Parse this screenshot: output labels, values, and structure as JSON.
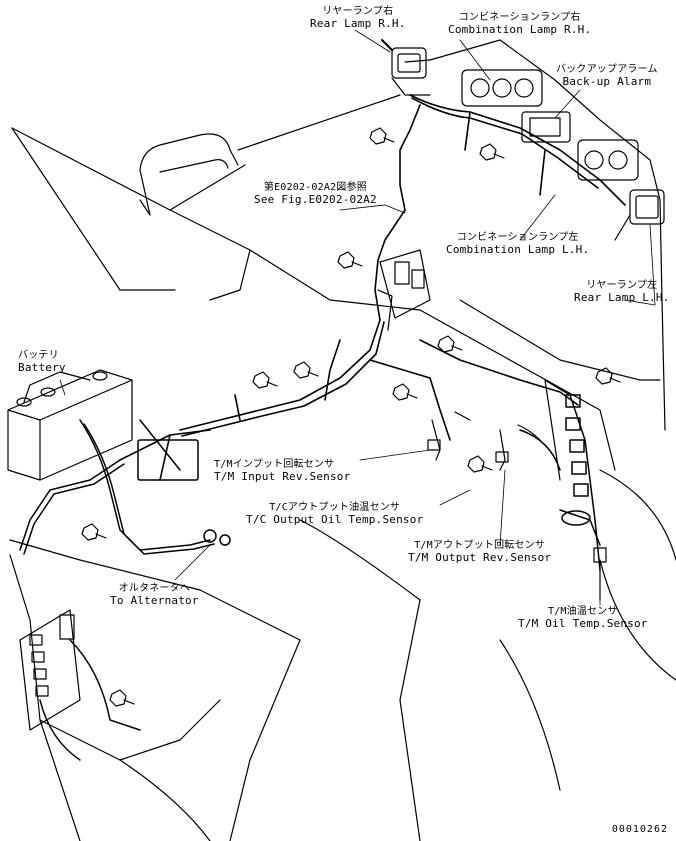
{
  "labels": {
    "rear_lamp_rh": {
      "jp": "リヤーランプ右",
      "en": "Rear Lamp R.H."
    },
    "combination_lamp_rh": {
      "jp": "コンビネーションランプ右",
      "en": "Combination Lamp R.H."
    },
    "backup_alarm": {
      "jp": "バックアップアラーム",
      "en": "Back-up Alarm"
    },
    "see_fig": {
      "jp": "第E0202-02A2図参照",
      "en": "See Fig.E0202-02A2"
    },
    "combination_lamp_lh": {
      "jp": "コンビネーションランプ左",
      "en": "Combination Lamp L.H."
    },
    "rear_lamp_lh": {
      "jp": "リヤーランプ左",
      "en": "Rear Lamp L.H."
    },
    "battery": {
      "jp": "バッテリ",
      "en": "Battery"
    },
    "tm_input_sensor": {
      "jp": "T/Mインプット回転センサ",
      "en": "T/M Input Rev.Sensor"
    },
    "tc_output_oil_sensor": {
      "jp": "T/Cアウトプット油温センサ",
      "en": "T/C Output Oil Temp.Sensor"
    },
    "tm_output_sensor": {
      "jp": "T/Mアウトプット回転センサ",
      "en": "T/M Output Rev.Sensor"
    },
    "to_alternator": {
      "jp": "オルタネータへ",
      "en": "To Alternator"
    },
    "tm_oil_sensor": {
      "jp": "T/M油温センサ",
      "en": "T/M Oil Temp.Sensor"
    }
  },
  "document_number": "00010262"
}
